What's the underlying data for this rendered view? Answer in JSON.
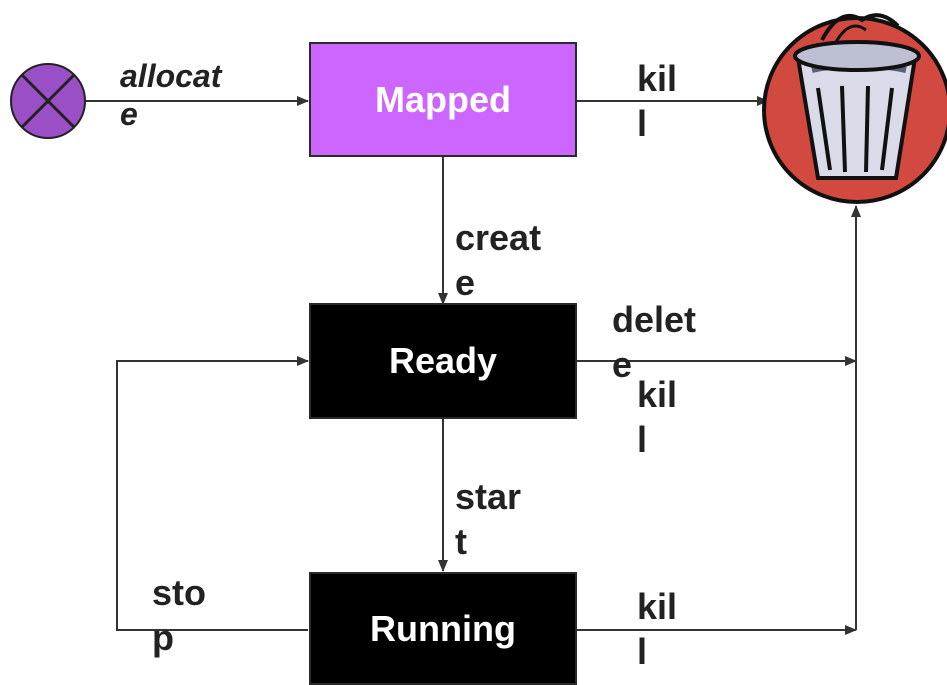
{
  "states": {
    "mapped": {
      "label": "Mapped",
      "fill": "#cc66ff",
      "text_color": "#ffffff"
    },
    "ready": {
      "label": "Ready",
      "fill": "#000000",
      "text_color": "#ffffff"
    },
    "running": {
      "label": "Running",
      "fill": "#000000",
      "text_color": "#ffffff"
    }
  },
  "transitions": {
    "allocate": "allocat\ne",
    "kill_mapped": "kil\nl",
    "create": "creat\ne",
    "delete": "delet\ne",
    "kill_ready": "kil\nl",
    "start": "star\nt",
    "stop": "sto\np",
    "kill_running": "kil\nl"
  },
  "icons": {
    "start_node": "initial-state-circle-x",
    "end_node": "trash-can"
  },
  "colors": {
    "start_node_fill": "#9b4fc7",
    "arrow": "#333333",
    "trash_red": "#d24a3f"
  }
}
